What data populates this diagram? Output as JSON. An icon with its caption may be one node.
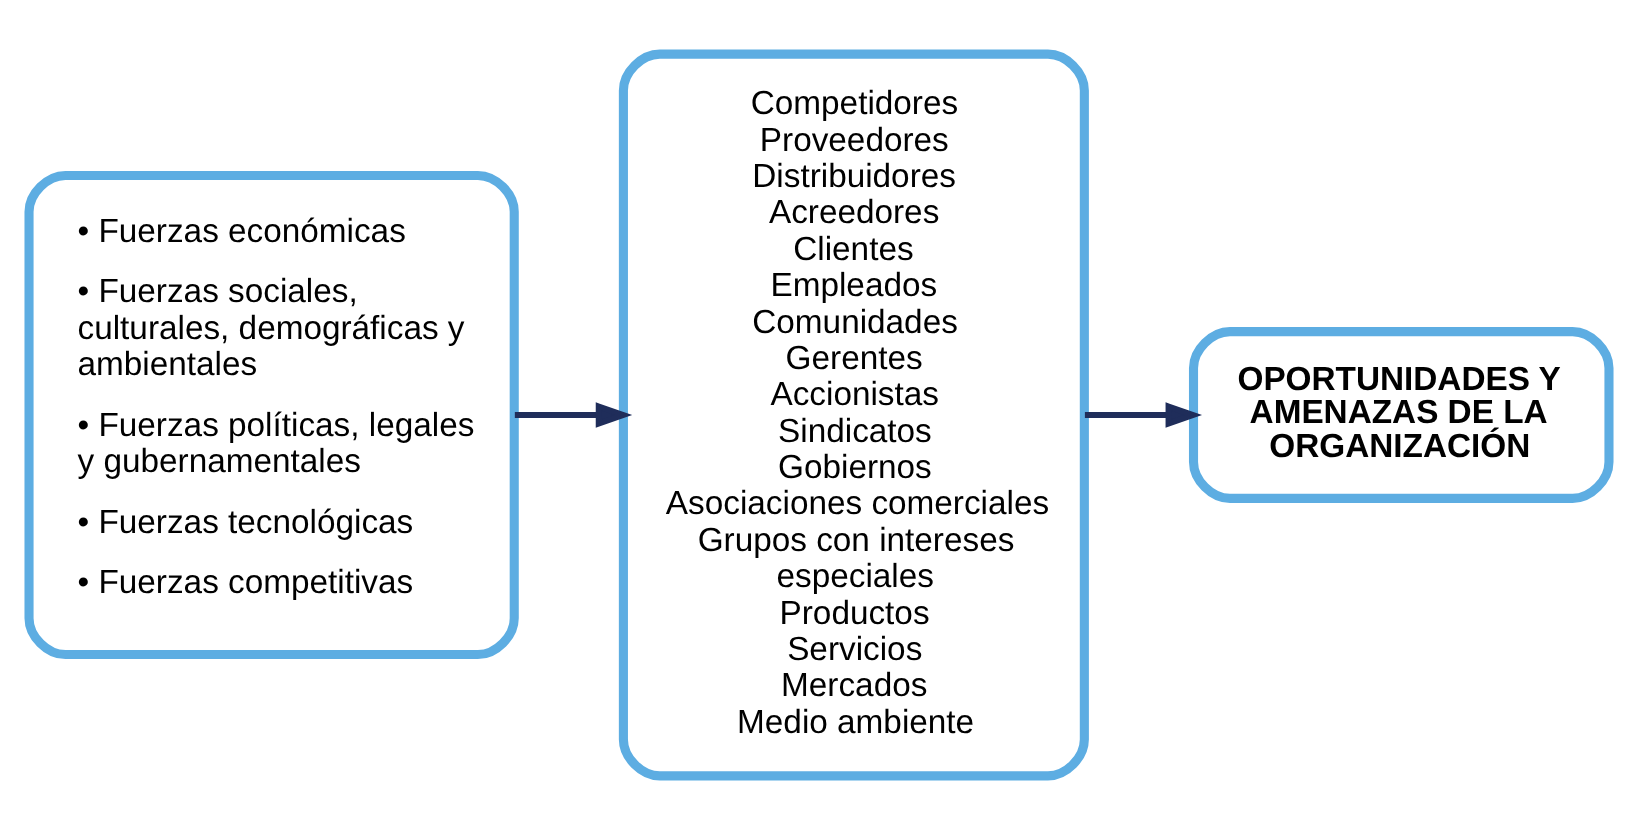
{
  "diagram": {
    "nodes": [
      {
        "text": [
          "• Fuerzas económicas",
          "• Fuerzas sociales, culturales, demográficas y ambientales",
          "• Fuerzas políticas, legales y gubernamentales",
          "• Fuerzas tecnológicas",
          "• Fuerzas competitivas"
        ]
      },
      {
        "text": [
          "Competidores",
          "Proveedores",
          "Distribuidores",
          "Acreedores",
          "Clientes",
          "Empleados",
          "Comunidades",
          "Gerentes",
          "Accionistas",
          "Sindicatos",
          "Gobiernos",
          "Asociaciones comerciales",
          "Grupos con intereses especiales",
          "Productos",
          "Servicios",
          "Mercados",
          "Medio ambiente"
        ]
      },
      {
        "text": [
          "OPORTUNIDADES Y AMENAZAS DE LA ORGANIZACIÓN"
        ]
      }
    ],
    "edges": [
      {
        "from": 0,
        "to": 1,
        "arrow": "to",
        "color": "#1f2d5a"
      },
      {
        "from": 1,
        "to": 2,
        "arrow": "to",
        "color": "#1f2d5a"
      }
    ]
  }
}
